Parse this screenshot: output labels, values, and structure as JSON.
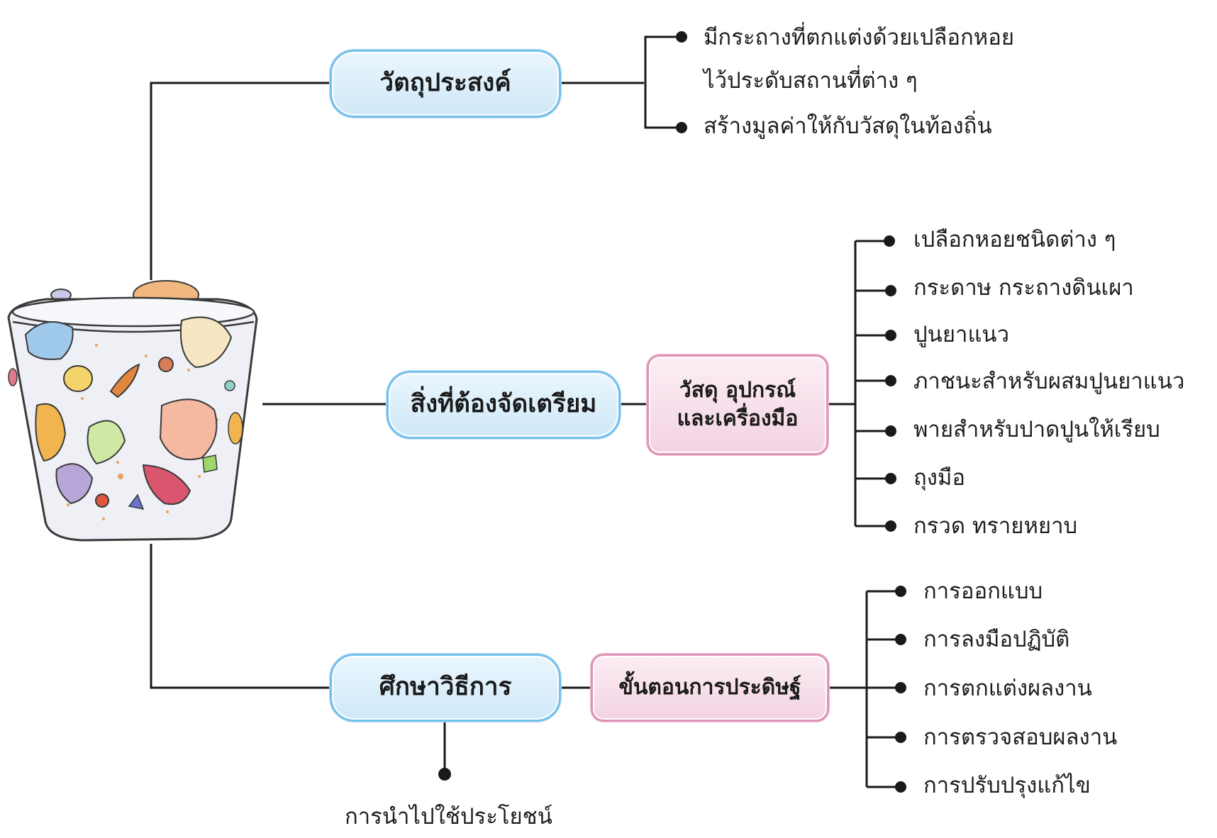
{
  "nodes": {
    "objective": "วัตถุประสงค์",
    "preparation": "สิ่งที่ต้องจัดเตรียม",
    "materials_line1": "วัสดุ อุปกรณ์",
    "materials_line2": "และเครื่องมือ",
    "method": "ศึกษาวิธีการ",
    "steps": "ขั้นตอนการประดิษฐ์",
    "usage": "การนำไปใช้ประโยชน์"
  },
  "objectives": [
    "มีกระถางที่ตกแต่งด้วยเปลือกหอย",
    "ไว้ประดับสถานที่ต่าง ๆ",
    "สร้างมูลค่าให้กับวัสดุในท้องถิ่น"
  ],
  "materials": [
    "เปลือกหอยชนิดต่าง ๆ",
    "กระดาษ กระถางดินเผา",
    "ปูนยาแนว",
    "ภาชนะสำหรับผสมปูนยาแนว",
    "พายสำหรับปาดปูนให้เรียบ",
    "ถุงมือ",
    "กรวด ทรายหยาบ"
  ],
  "steps": [
    "การออกแบบ",
    "การลงมือปฏิบัติ",
    "การตกแต่งผลงาน",
    "การตรวจสอบผลงาน",
    "การปรับปรุงแก้ไข"
  ],
  "colors": {
    "line": "#1a1a1a",
    "blue_fill": "#d9eefa",
    "blue_border": "#74c0ea",
    "pink_fill": "#f6dbe7",
    "pink_border": "#df93b7"
  },
  "illustration": "shell-decorated-flower-pot"
}
